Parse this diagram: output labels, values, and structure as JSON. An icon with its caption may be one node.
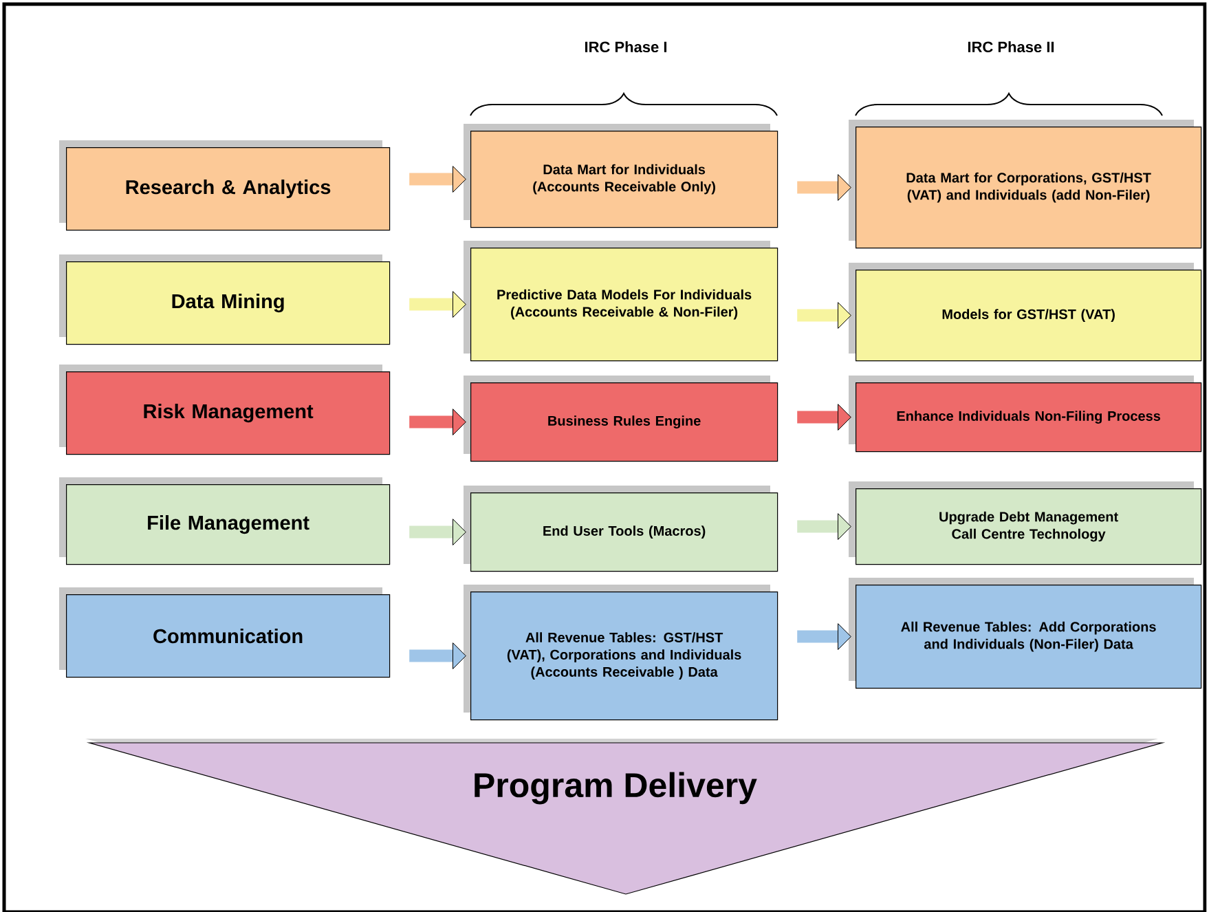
{
  "diagram": {
    "nodes": [
      {
        "text": [
          "Research & Analytics"
        ]
      },
      {
        "text": [
          "Data Mart for Individuals (Accounts Receivable Only)"
        ]
      },
      {
        "text": [
          "Data Mart for Corporations, GST/HST (VAT) and Individuals (add Non-Filer)"
        ]
      },
      {
        "text": [
          "Data Mining"
        ]
      },
      {
        "text": [
          "Predictive Data Models For Individuals (Accounts Receivable & Non-Filer)"
        ]
      },
      {
        "text": [
          "Models for GST/HST (VAT)"
        ]
      },
      {
        "text": [
          "Risk Management"
        ]
      },
      {
        "text": [
          "Business Rules Engine"
        ]
      },
      {
        "text": [
          "Enhance Individuals Non-Filing Process"
        ]
      },
      {
        "text": [
          "File Management"
        ]
      },
      {
        "text": [
          "End User Tools (Macros)"
        ]
      },
      {
        "text": [
          "Upgrade Debt Management Call Centre Technology"
        ]
      },
      {
        "text": [
          "Communication"
        ]
      },
      {
        "text": [
          "All Revenue Tables: GST/HST (VAT), Corporations and Individuals (Accounts Receivable ) Data"
        ]
      },
      {
        "text": [
          "All Revenue Tables: Add Corporations and Individuals (Non-Filer) Data"
        ]
      },
      {
        "text": [
          "Program Delivery"
        ]
      }
    ],
    "edges": [
      {
        "from": 0,
        "to": 1,
        "arrow": "to",
        "color": "#fcc997"
      },
      {
        "from": 1,
        "to": 2,
        "arrow": "to",
        "color": "#fcc997"
      },
      {
        "from": 3,
        "to": 4,
        "arrow": "to",
        "color": "#f7f49f"
      },
      {
        "from": 4,
        "to": 5,
        "arrow": "to",
        "color": "#f7f49f"
      },
      {
        "from": 6,
        "to": 7,
        "arrow": "to",
        "color": "#ee6a6a"
      },
      {
        "from": 7,
        "to": 8,
        "arrow": "to",
        "color": "#ee6a6a"
      },
      {
        "from": 9,
        "to": 10,
        "arrow": "to",
        "color": "#d4e8c8"
      },
      {
        "from": 10,
        "to": 11,
        "arrow": "to",
        "color": "#d4e8c8"
      },
      {
        "from": 12,
        "to": 13,
        "arrow": "to",
        "color": "#9fc5e8"
      },
      {
        "from": 13,
        "to": 14,
        "arrow": "to",
        "color": "#9fc5e8"
      }
    ],
    "labels": [
      "IRC Phase I",
      "IRC Phase II"
    ]
  }
}
